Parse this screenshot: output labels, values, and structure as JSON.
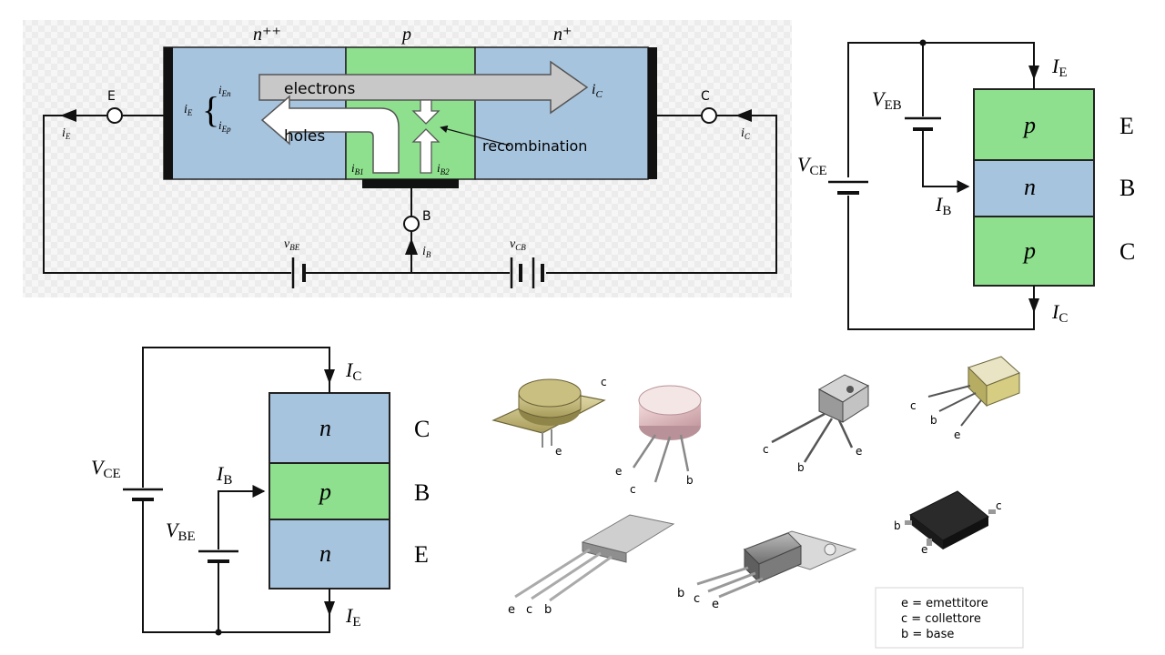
{
  "colors": {
    "n_region": "#a7c4de",
    "p_region": "#8ee08e",
    "wire": "#111111",
    "grey_arrow": "#c8c8c8",
    "grid_bg": "#f3f3f3"
  },
  "diagram_bjt": {
    "region_n_left": "n⁺⁺",
    "region_p": "p",
    "region_n_right": "n⁺",
    "electrons": "electrons",
    "holes": "holes",
    "recombination": "recombination",
    "i_c_arrow": "i",
    "i_c_arrow_sub": "C",
    "ie_brace": "i",
    "ie_brace_sub": "E",
    "ien": "i",
    "ien_sub": "En",
    "iep": "i",
    "iep_sub": "Ep",
    "ib1": "i",
    "ib1_sub": "B1",
    "ib2": "i",
    "ib2_sub": "B2",
    "terminal_e": "E",
    "terminal_c": "C",
    "terminal_b": "B",
    "ie_wire": "i",
    "ie_wire_sub": "E",
    "ic_wire": "i",
    "ic_wire_sub": "C",
    "ib_wire": "i",
    "ib_wire_sub": "B",
    "vbe": "v",
    "vbe_sub": "BE",
    "vcb": "v",
    "vcb_sub": "CB"
  },
  "diagram_pnp": {
    "vce": "V",
    "vce_sub": "CE",
    "veb": "V",
    "veb_sub": "EB",
    "ie": "I",
    "ie_sub": "E",
    "ib": "I",
    "ib_sub": "B",
    "ic": "I",
    "ic_sub": "C",
    "layer_top": "p",
    "layer_mid": "n",
    "layer_bot": "p",
    "label_top": "E",
    "label_mid": "B",
    "label_bot": "C"
  },
  "diagram_npn": {
    "vce": "V",
    "vce_sub": "CE",
    "vbe": "V",
    "vbe_sub": "BE",
    "ic": "I",
    "ic_sub": "C",
    "ib": "I",
    "ib_sub": "B",
    "ie": "I",
    "ie_sub": "E",
    "layer_top": "n",
    "layer_mid": "p",
    "layer_bot": "n",
    "label_top": "C",
    "label_mid": "B",
    "label_bot": "E"
  },
  "packages": {
    "to3": {
      "c": "c",
      "e": "e"
    },
    "to39": {
      "e": "e",
      "c": "c",
      "b": "b"
    },
    "to92": {
      "c": "c",
      "b": "b",
      "e": "e"
    },
    "to126": {
      "c": "c",
      "b": "b",
      "e": "e"
    },
    "to220small": {
      "e": "e",
      "c": "c",
      "b": "b"
    },
    "to220": {
      "b": "b",
      "c": "c",
      "e": "e"
    },
    "sot23": {
      "b": "b",
      "e": "e",
      "c": "c"
    }
  },
  "legend": {
    "line1": "e = emettitore",
    "line2": "c = collettore",
    "line3": "b = base"
  }
}
